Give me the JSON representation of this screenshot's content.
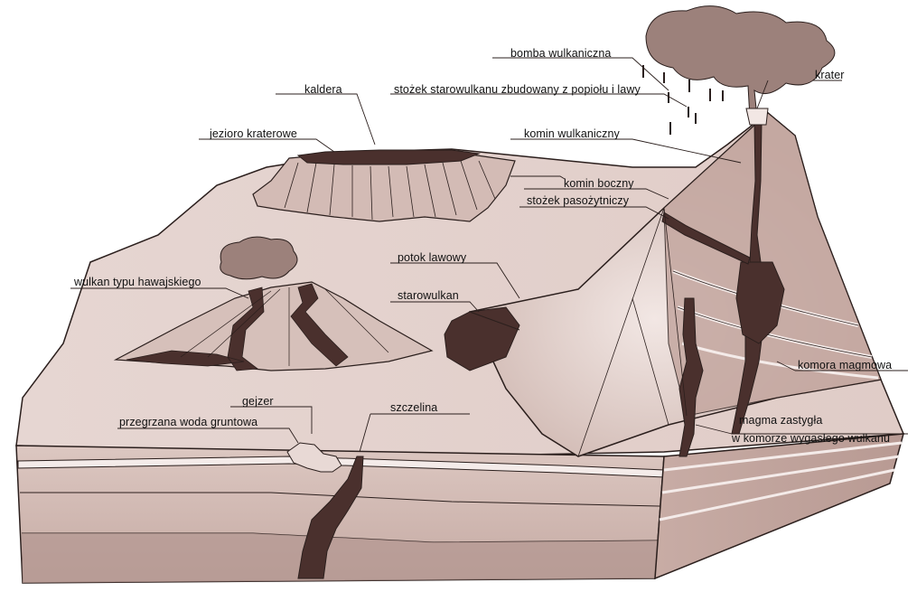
{
  "labels": {
    "bomba": "bomba wulkaniczna",
    "krater": "krater",
    "stozek_starowulkanu": "stożek starowulkanu zbudowany z popiołu i lawy",
    "kaldera": "kaldera",
    "komin_wulkaniczny": "komin wulkaniczny",
    "jezioro": "jezioro kraterowe",
    "komin_boczny": "komin boczny",
    "stozek_pasozytniczy": "stożek pasożytniczy",
    "potok": "potok lawowy",
    "hawajski": "wulkan typu hawajskiego",
    "starowulkan": "starowulkan",
    "komora": "komora magmowa",
    "gejzer": "gejzer",
    "szczelina": "szczelina",
    "przegrzana": "przegrzana woda gruntowa",
    "magma_line1": "magma zastygła",
    "magma_line2": "w komorze wygasłego wulkanu"
  },
  "colors": {
    "background": "#ffffff",
    "surface": "#e2cfca",
    "shade": "#cdb5ae",
    "dark": "#4a302d",
    "outline": "#2b1f1d"
  }
}
